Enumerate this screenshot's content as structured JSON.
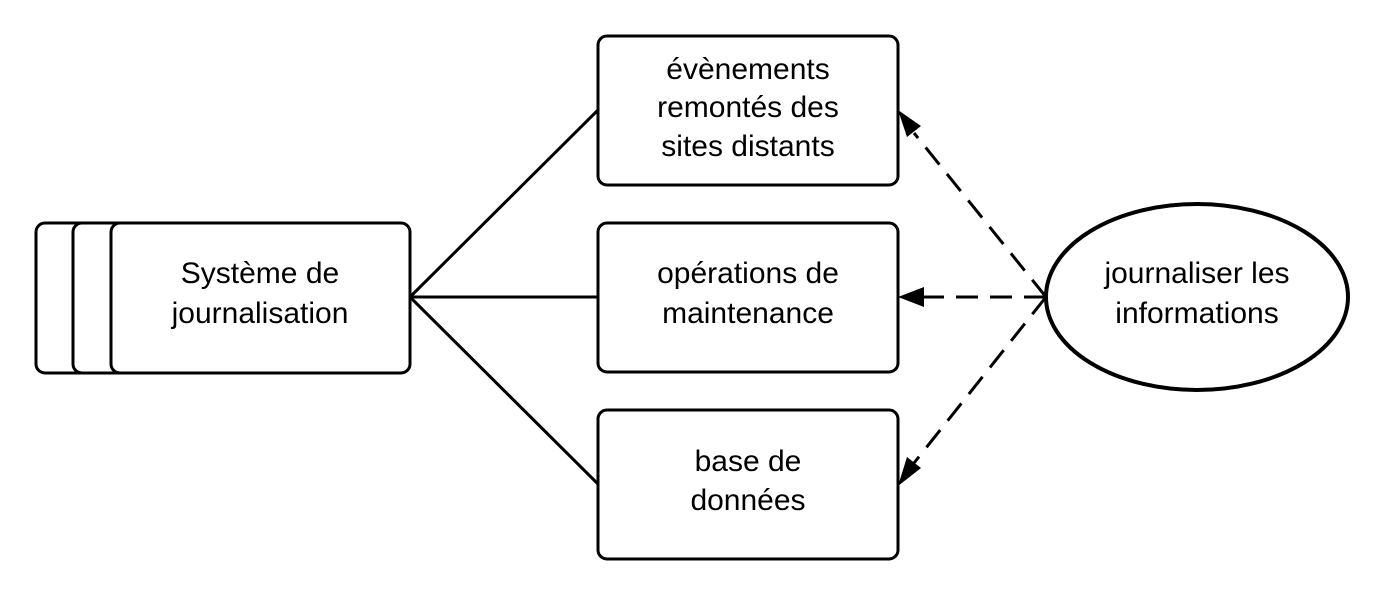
{
  "diagram": {
    "system": {
      "line1": "Système de",
      "line2": "journalisation"
    },
    "events": {
      "line1": "évènements",
      "line2": "remontés des",
      "line3": "sites distants"
    },
    "maintenance": {
      "line1": "opérations de",
      "line2": "maintenance"
    },
    "database": {
      "line1": "base de",
      "line2": "données"
    },
    "usecase": {
      "line1": "journaliser les",
      "line2": "informations"
    }
  }
}
